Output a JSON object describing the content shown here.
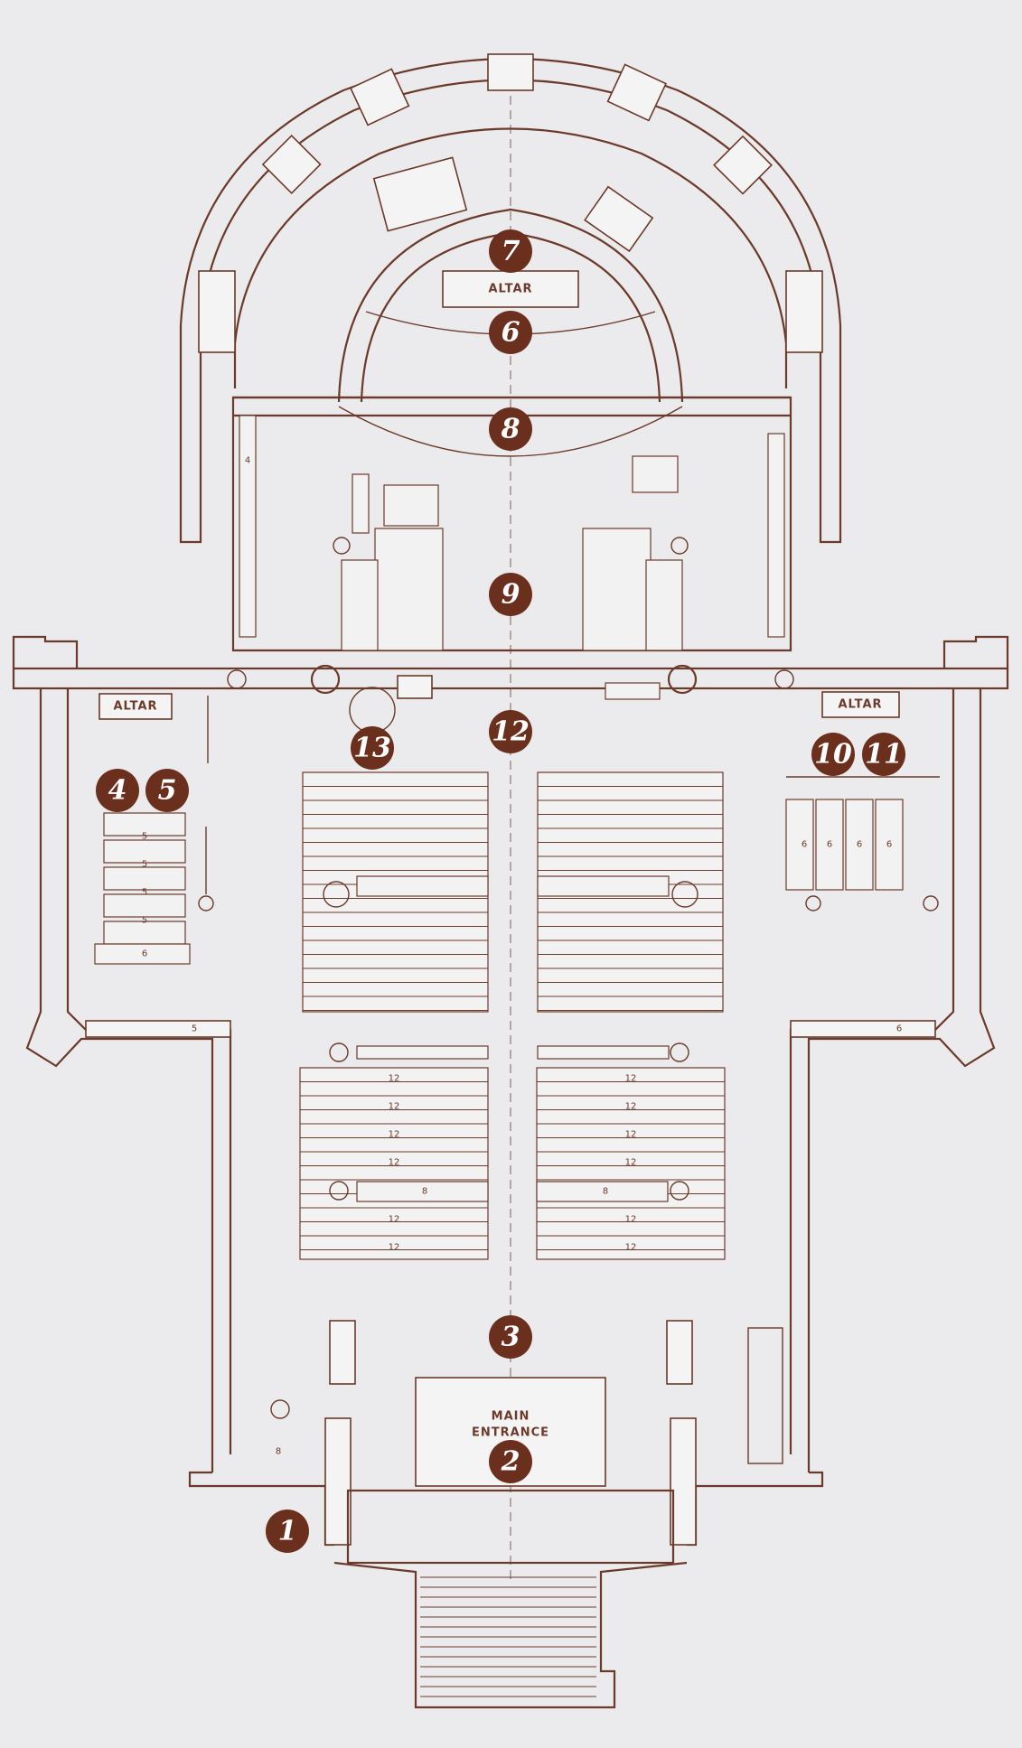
{
  "labels": {
    "altar_main": "ALTAR",
    "altar_left": "ALTAR",
    "altar_right": "ALTAR",
    "main_entrance_line1": "MAIN",
    "main_entrance_line2": "ENTRANCE"
  },
  "markers": [
    {
      "id": "1",
      "label": "1"
    },
    {
      "id": "2",
      "label": "2"
    },
    {
      "id": "3",
      "label": "3"
    },
    {
      "id": "4",
      "label": "4"
    },
    {
      "id": "5",
      "label": "5"
    },
    {
      "id": "6",
      "label": "6"
    },
    {
      "id": "7",
      "label": "7"
    },
    {
      "id": "8",
      "label": "8"
    },
    {
      "id": "9",
      "label": "9"
    },
    {
      "id": "10",
      "label": "10"
    },
    {
      "id": "11",
      "label": "11"
    },
    {
      "id": "12",
      "label": "12"
    },
    {
      "id": "13",
      "label": "13"
    }
  ],
  "pew_numbers": {
    "left_transept": [
      "5",
      "5",
      "5",
      "5",
      "6"
    ],
    "right_transept": [
      "6",
      "6",
      "6",
      "6"
    ],
    "nave_lower": [
      "12",
      "12",
      "12",
      "12",
      "8",
      "12",
      "12"
    ],
    "wall_bench_left": "5",
    "wall_bench_right": "6",
    "small_4": "4",
    "small_8_bottom": "8"
  },
  "colors": {
    "ink": "#6b3a2a",
    "marker": "#6b2f1e",
    "paper": "#ebebed"
  }
}
